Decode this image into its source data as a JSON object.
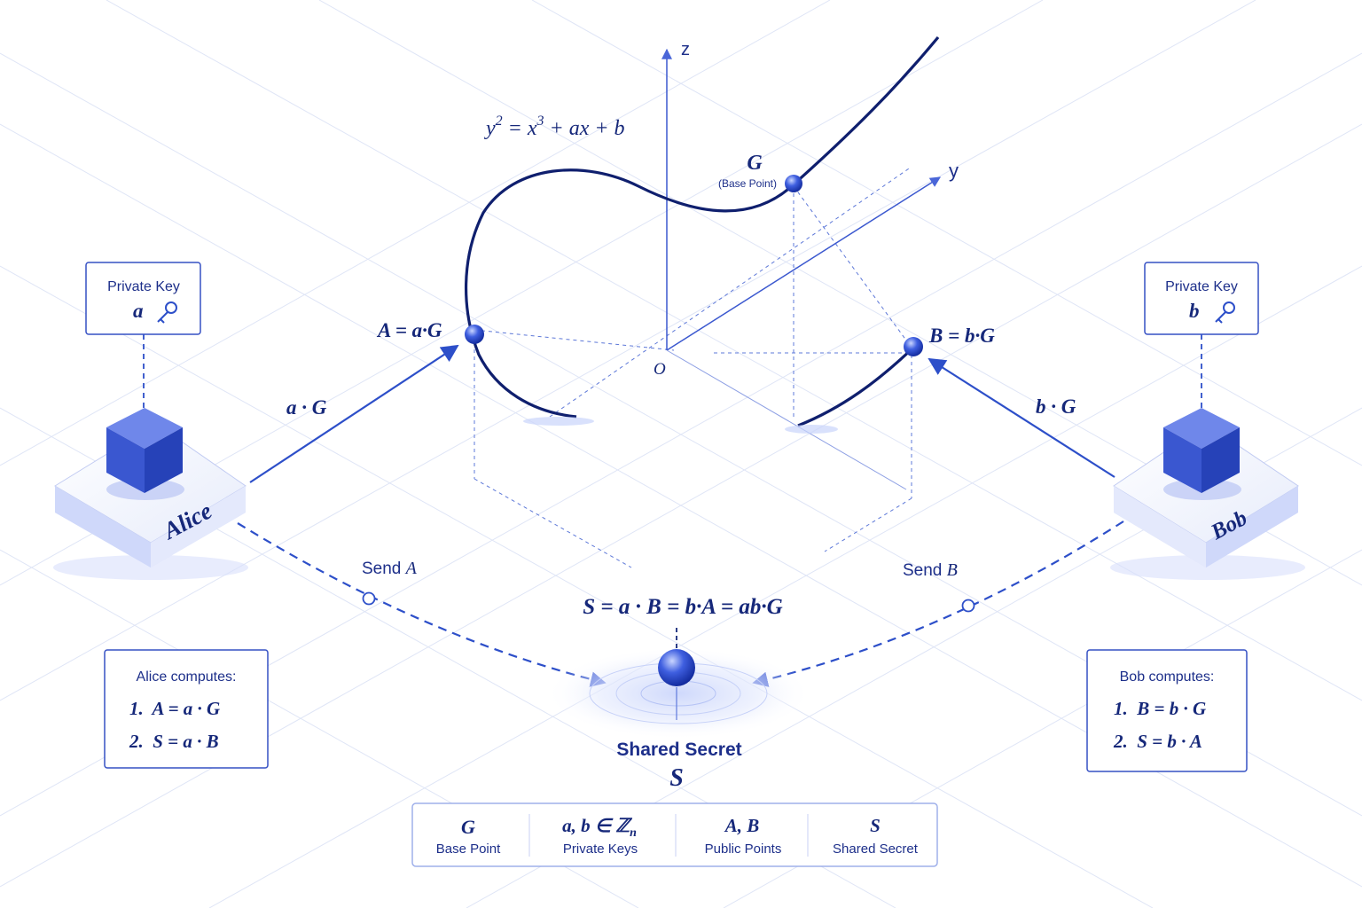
{
  "equation": {
    "lhs_base": "y",
    "lhs_exp": "2",
    "rhs_a": " = x",
    "rhs_exp": "3",
    "rhs_b": " + ax + b"
  },
  "axes": {
    "z": "z",
    "y": "y",
    "origin": "O"
  },
  "base_point": {
    "symbol": "G",
    "label": "(Base Point)"
  },
  "alice": {
    "name": "Alice",
    "key_title": "Private Key",
    "key_symbol": "a",
    "public_label": "A = a·G",
    "arrow_label": "a · G",
    "send_label": "Send ",
    "send_symbol": "A",
    "computes_title": "Alice computes:",
    "steps": [
      "1.  A = a · G",
      "2.  S = a · B"
    ]
  },
  "bob": {
    "name": "Bob",
    "key_title": "Private Key",
    "key_symbol": "b",
    "public_label": "B = b·G",
    "arrow_label": "b · G",
    "send_label": "Send ",
    "send_symbol": "B",
    "computes_title": "Bob computes:",
    "steps": [
      "1.  B = b · G",
      "2.  S = b · A"
    ]
  },
  "shared": {
    "equation": "S = a · B = b·A = ab·G",
    "title": "Shared Secret",
    "symbol": "S"
  },
  "legend": [
    {
      "symbol": "G",
      "label": "Base Point"
    },
    {
      "symbol": "a, b ∈ ℤ",
      "sub": "n",
      "label": "Private Keys"
    },
    {
      "symbol": "A, B",
      "label": "Public Points"
    },
    {
      "symbol": "S",
      "label": "Shared Secret"
    }
  ],
  "colors": {
    "ink": "#16287a",
    "accent": "#2d4fc9",
    "curve": "#0f1f6e",
    "cube": "#3a57d0",
    "grid": "#dfe5f6"
  }
}
